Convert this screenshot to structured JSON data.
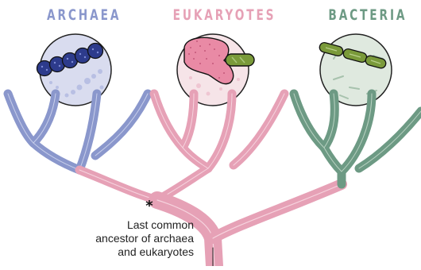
{
  "labels": {
    "archaea": "ARCHAEA",
    "eukaryotes": "EUKARYOTES",
    "bacteria": "BACTERIA"
  },
  "annotation": {
    "marker": "*",
    "line1": "Last common",
    "line2": "ancestor of archaea",
    "line3": "and eukaryotes"
  },
  "colors": {
    "archaea": "#8a97cc",
    "eukaryotes": "#e6a1b6",
    "bacteria": "#6d9a84",
    "archaea_circle": "#d9dcef",
    "eukaryote_circle": "#f6e4e8",
    "bacteria_circle": "#dfe9df",
    "archaea_cell": "#2d3b8c",
    "eukaryote_cell": "#e98aa5",
    "bacteria_cell": "#7a9a3a"
  },
  "icons": {
    "archaea": "archaea-cell-chain",
    "eukaryote": "eukaryotic-cell-with-mitochondrion",
    "bacteria": "rod-bacteria-chain"
  }
}
